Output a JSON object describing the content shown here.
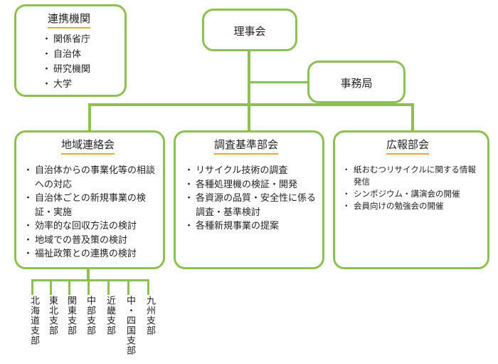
{
  "partners": {
    "title": "連携機関",
    "items": [
      "関係省庁",
      "自治体",
      "研究機関",
      "大学"
    ]
  },
  "board": {
    "title": "理事会"
  },
  "secretariat": {
    "title": "事務局"
  },
  "regional": {
    "title": "地域連絡会",
    "items": [
      "自治体からの事業化等の相談への対応",
      "自治体ごとの新規事業の検証・実施",
      "効率的な回収方法の検討",
      "地域での普及策の検討",
      "福祉政策との連携の検討"
    ]
  },
  "research": {
    "title": "調査基準部会",
    "items": [
      "リサイクル技術の調査",
      "各種処理機の検証・開発",
      "各資源の品質・安全性に係る調査・基準検討",
      "各種新規事業の提案"
    ]
  },
  "pr": {
    "title": "広報部会",
    "items": [
      "紙おむつリサイクルに関する情報発信",
      "シンポジウム・講演会の開催",
      "会員向けの勉強会の開催"
    ]
  },
  "branches": [
    "北海道支部",
    "東北支部",
    "関東支部",
    "中部支部",
    "近畿支部",
    "中・四国支部",
    "九州支部"
  ],
  "colors": {
    "border": "#8cc152",
    "underline": "#f0a81e"
  }
}
